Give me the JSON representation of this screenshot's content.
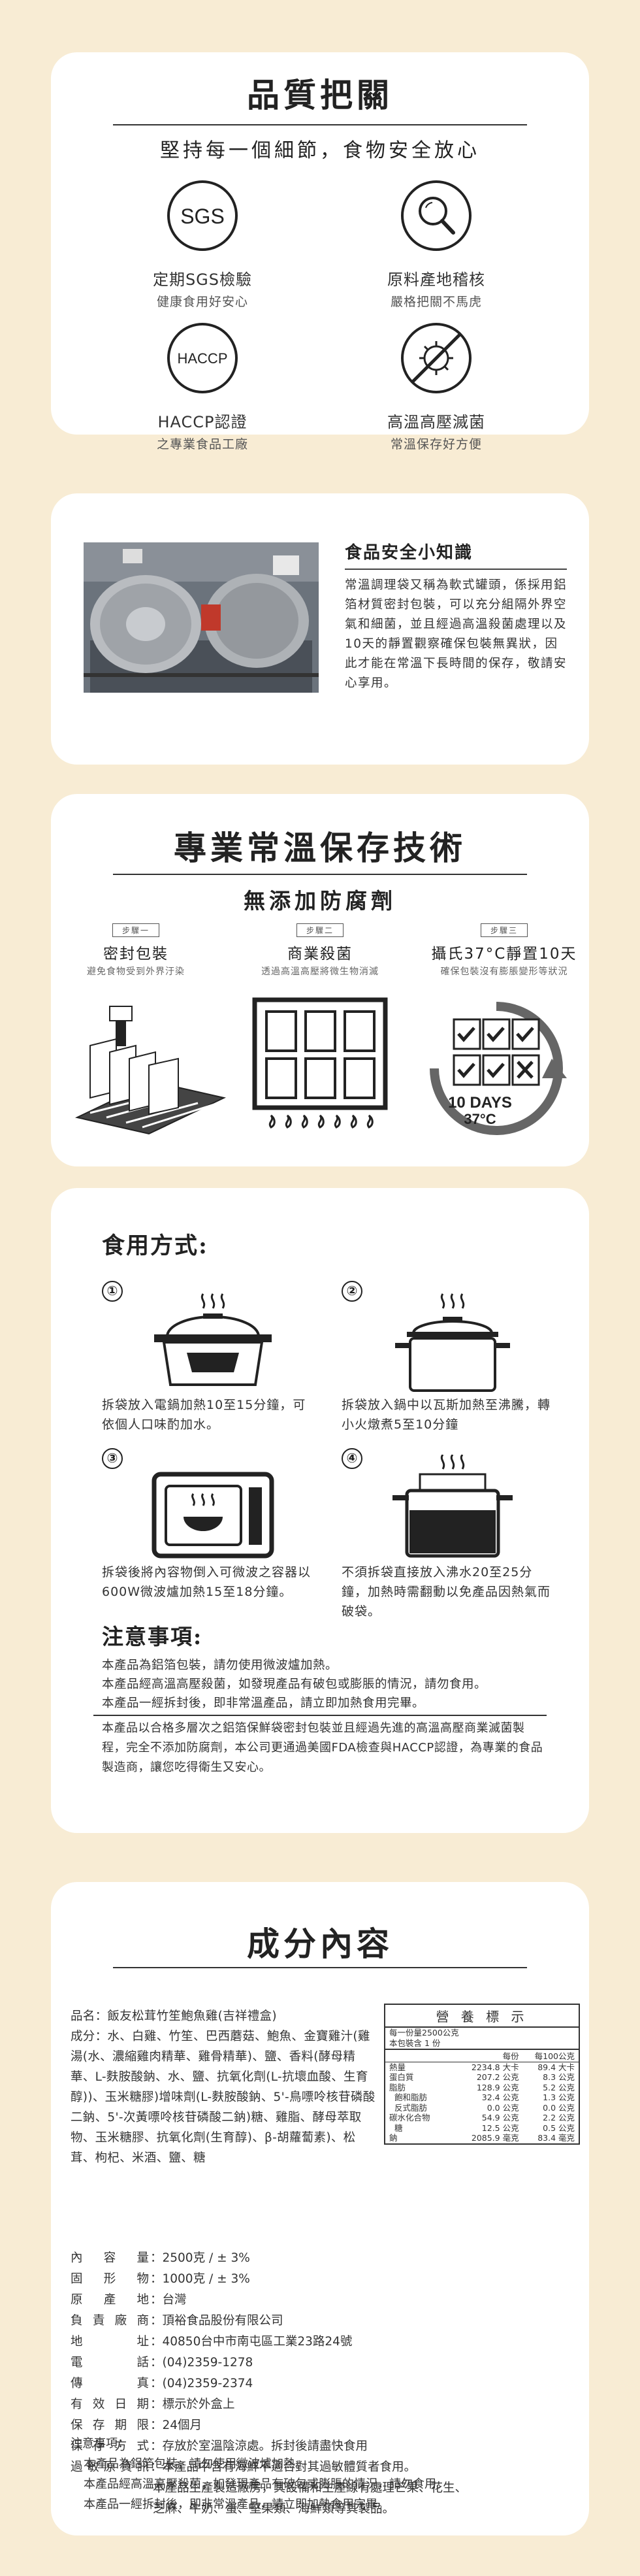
{
  "quality": {
    "title": "品質把關",
    "subtitle": "堅持每一個細節，食物安全放心",
    "features": [
      {
        "icon": "sgs-icon",
        "badge": "SGS",
        "line1": "定期SGS檢驗",
        "line2": "健康食用好安心"
      },
      {
        "icon": "magnifier-icon",
        "badge": "",
        "line1": "原料產地稽核",
        "line2": "嚴格把關不馬虎"
      },
      {
        "icon": "haccp-icon",
        "badge": "HACCP",
        "line1": "HACCP認證",
        "line2": "之專業食品工廠"
      },
      {
        "icon": "no-germ-icon",
        "badge": "",
        "line1": "高溫高壓滅菌",
        "line2": "常溫保存好方便"
      }
    ]
  },
  "knowledge": {
    "photo_icon": "sterilizer-photo",
    "title": "食品安全小知識",
    "text": "常溫調理袋又稱為軟式罐頭，係採用鋁箔材質密封包裝，可以充分組隔外界空氣和細菌，並且經過高溫殺菌處理以及10天的靜置觀察確保包裝無異狀，因此才能在常溫下長時間的保存，敬請安心享用。"
  },
  "storage": {
    "title": "專業常溫保存技術",
    "subtitle": "無添加防腐劑",
    "steps": [
      {
        "tag": "步驟一",
        "name": "密封包裝",
        "desc": "避免食物受到外界汙染",
        "icon": "sealed-pack-icon"
      },
      {
        "tag": "步驟二",
        "name": "商業殺菌",
        "desc": "透過高溫高壓將微生物消滅",
        "icon": "sterilizer-icon"
      },
      {
        "tag": "步驟三",
        "name": "攝氏37°C靜置10天",
        "desc": "確保包裝沒有膨脹變形等狀況",
        "icon": "calendar-check-icon",
        "badge_days": "10 DAYS",
        "badge_temp": "37°C"
      }
    ]
  },
  "usage": {
    "title": "食用方式:",
    "methods": [
      {
        "num": "①",
        "icon": "rice-cooker-icon",
        "text": "拆袋放入電鍋加熱10至15分鐘，可依個人口味酌加水。"
      },
      {
        "num": "②",
        "icon": "pot-icon",
        "text": "拆袋放入鍋中以瓦斯加熱至沸騰，轉小火燉煮5至10分鐘"
      },
      {
        "num": "③",
        "icon": "microwave-icon",
        "text": "拆袋後將內容物倒入可微波之容器以600W微波爐加熱15至18分鐘。"
      },
      {
        "num": "④",
        "icon": "boiling-bag-icon",
        "text": "不須拆袋直接放入沸水20至25分鐘，加熱時需翻動以免產品因熱氣而破袋。"
      }
    ],
    "notes_title": "注意事項:",
    "notes": [
      "本產品為鋁箔包裝，請勿使用微波爐加熱。",
      "本產品經高溫高壓殺菌，如發現產品有破包或膨脹的情況，請勿食用。",
      "本產品一經拆封後，即非常溫產品，請立即加熱食用完畢。"
    ],
    "extra": "本產品以合格多層次之鋁箔保鮮袋密封包裝並且經過先進的高溫高壓商業滅菌製程，完全不添加防腐劑，本公司更通過美國FDA檢查與HACCP認證，為專業的食品製造商，讓您吃得衛生又安心。"
  },
  "ingredients": {
    "title": "成分內容",
    "product_name": "品名：飯友松茸竹笙鮑魚雞(吉祥禮盒)",
    "composition": "成分：水、白雞、竹笙、巴西蘑菇、鮑魚、金寶雞汁(雞湯(水、濃縮雞肉精華、雞骨精華)、鹽、香料(酵母精華、L-麩胺酸鈉、水、鹽、抗氧化劑(L-抗壞血酸、生育醇))、玉米糖膠)增味劑(L-麩胺酸鈉、5'-鳥嘌呤核苷磷酸二鈉、5'-次黃嘌呤核苷磷酸二鈉)糖、雞脂、酵母萃取物、玉米糖膠、抗氧化劑(生育醇)、β-胡蘿蔔素)、松茸、枸杞、米酒、鹽、糖",
    "nutrition": {
      "title": "營 養 標 示",
      "serving": "每一份量2500公克",
      "servings": "本包裝含 1 份",
      "col_per_serving": "每份",
      "col_per_100g": "每100公克",
      "rows": [
        [
          "熱量",
          "2234.8 大卡",
          "89.4 大卡"
        ],
        [
          "蛋白質",
          "207.2 公克",
          "8.3 公克"
        ],
        [
          "脂肪",
          "128.9 公克",
          "5.2 公克"
        ],
        [
          "  飽和脂肪",
          "32.4 公克",
          "1.3 公克"
        ],
        [
          "  反式脂肪",
          "0.0 公克",
          "0.0 公克"
        ],
        [
          "碳水化合物",
          "54.9 公克",
          "2.2 公克"
        ],
        [
          "  糖",
          "12.5 公克",
          "0.5 公克"
        ],
        [
          "鈉",
          "2085.9 毫克",
          "83.4 毫克"
        ]
      ]
    },
    "specs": [
      {
        "k": "內 容 量",
        "v": "：2500克 / ± 3%"
      },
      {
        "k": "固 形 物",
        "v": "：1000克 / ± 3%"
      },
      {
        "k": "原 產 地",
        "v": "：台灣"
      },
      {
        "k": "負 責 廠 商",
        "v": "：頂裕食品股份有限公司"
      },
      {
        "k": "地 址",
        "v": "：40850台中市南屯區工業23路24號"
      },
      {
        "k": "電 話",
        "v": "：(04)2359-1278"
      },
      {
        "k": "傳 真",
        "v": "：(04)2359-2374"
      },
      {
        "k": "有 效 日 期",
        "v": "：標示於外盒上"
      },
      {
        "k": "保 存 期 限",
        "v": "：24個月"
      },
      {
        "k": "保 存 方 式",
        "v": "：存放於室溫陰涼處。拆封後請盡快食用"
      },
      {
        "k": "過敏原資訊",
        "v": "：本產品中含有海鮮不適合對其過敏體質者食用。"
      }
    ],
    "allergen_extra": [
      "本產品生產製造廠房，其設備和生產線有處理芒果、花生、",
      "芝麻、牛奶、蛋、堅果類、海鮮類等其製品。"
    ],
    "notes_title": "注意事項：",
    "notes": [
      "本產品為鋁箔包裝，請勿使用微波爐加熱。",
      "本產品經高溫高壓殺菌，如發現產品有破包或膨脹的情況，請勿食用。",
      "本產品一經拆封後，即非常溫產品，請立即加熱食用完畢。"
    ]
  }
}
